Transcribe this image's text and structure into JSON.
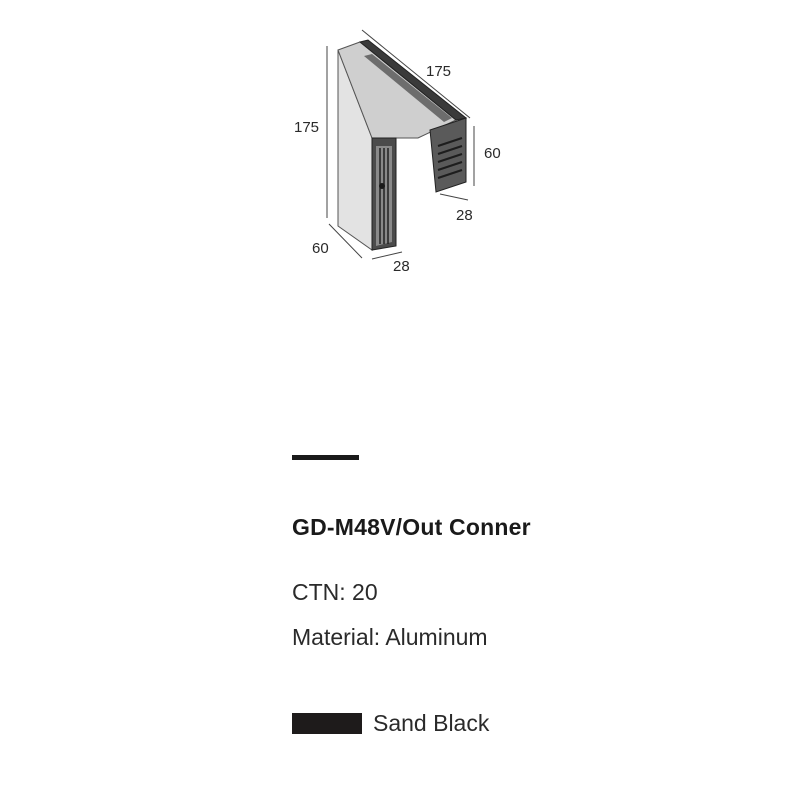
{
  "drawing": {
    "dimensions": {
      "top_length": "175",
      "left_height": "175",
      "right_height": "60",
      "right_depth": "28",
      "bottom_depth": "60",
      "bottom_width": "28"
    }
  },
  "product": {
    "name": "GD-M48V/Out Conner",
    "ctn": "CTN: 20",
    "material": "Material: Aluminum"
  },
  "finish": {
    "label": "Sand Black",
    "color": "#1e1b1b"
  }
}
